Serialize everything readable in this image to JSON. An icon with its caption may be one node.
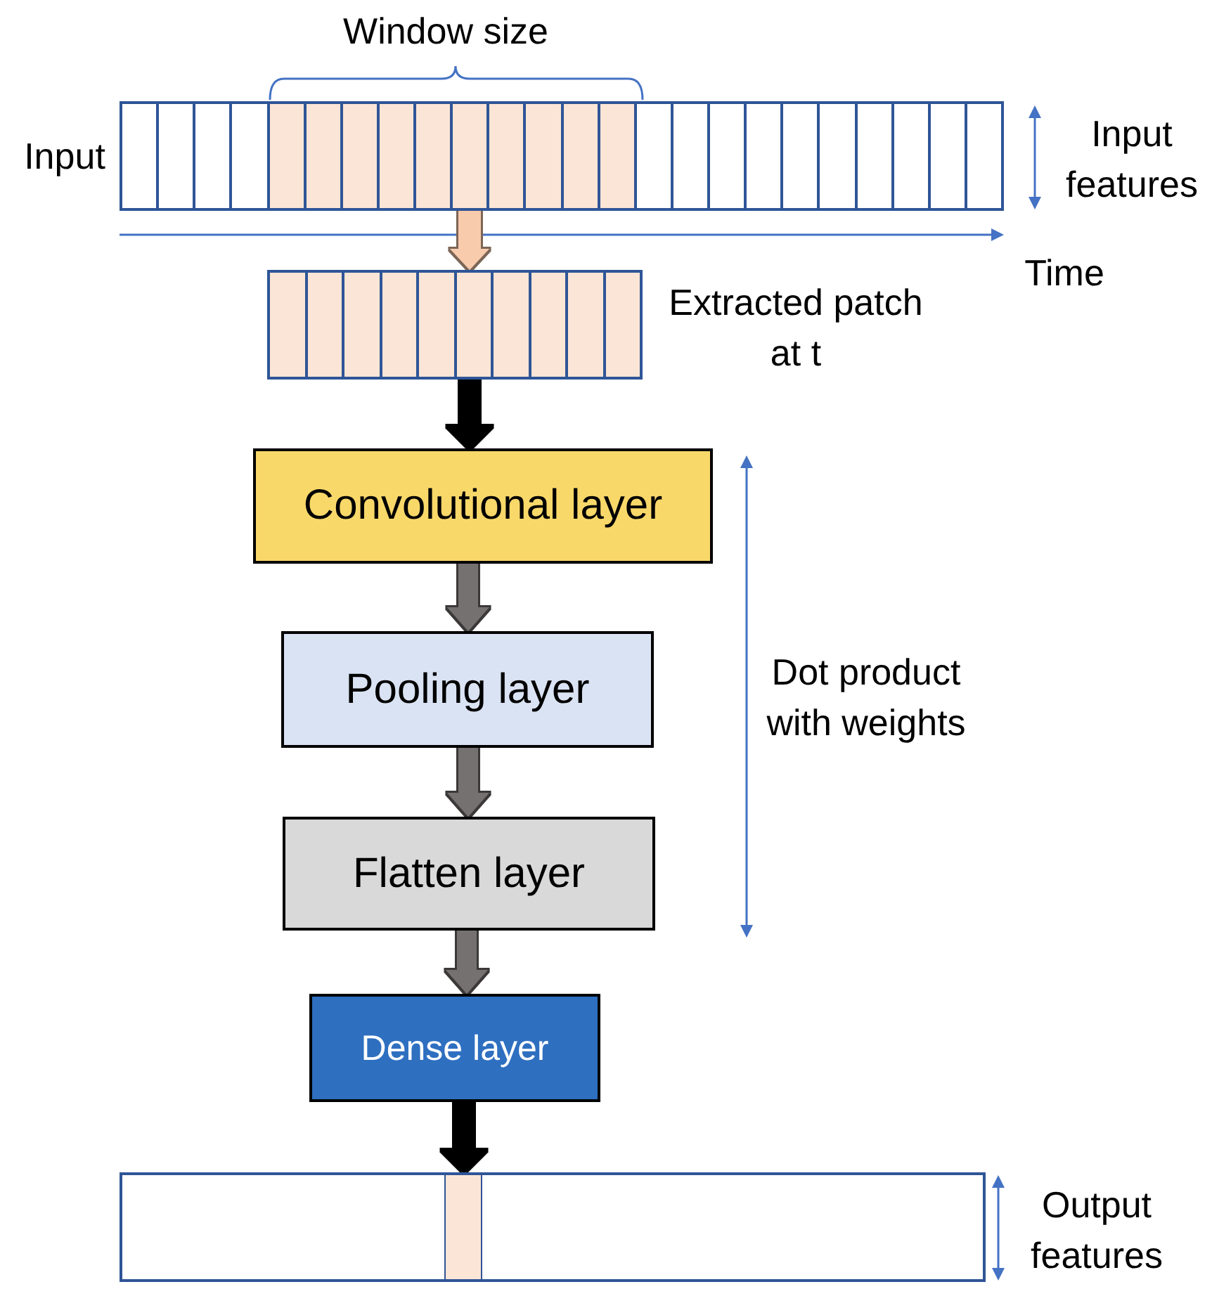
{
  "diagram": {
    "nodes": [
      {
        "text": [],
        "shape": "bar",
        "beside": [
          "Input"
        ]
      },
      {
        "text": [],
        "shape": "bar",
        "beside": [
          "Extracted patch at t"
        ]
      },
      {
        "text": [
          "Convolutional layer"
        ]
      },
      {
        "text": [
          "Pooling layer"
        ]
      },
      {
        "text": [
          "Flatten layer"
        ]
      },
      {
        "text": [
          "Dense layer"
        ]
      },
      {
        "text": [],
        "shape": "bar"
      }
    ],
    "edges": [
      {
        "from": 0,
        "to": 1,
        "arrow": "to",
        "color": "#f8cbad"
      },
      {
        "from": 1,
        "to": 2,
        "arrow": "to",
        "color": "#000000"
      },
      {
        "from": 2,
        "to": 3,
        "arrow": "to"
      },
      {
        "from": 3,
        "to": 4,
        "arrow": "to"
      },
      {
        "from": 4,
        "to": 5,
        "arrow": "to"
      },
      {
        "from": 5,
        "to": 6,
        "arrow": "to",
        "color": "#000000"
      }
    ],
    "labels": [
      "Window size",
      "Input features",
      "Time",
      "Dot product with weights",
      "Output features"
    ]
  }
}
